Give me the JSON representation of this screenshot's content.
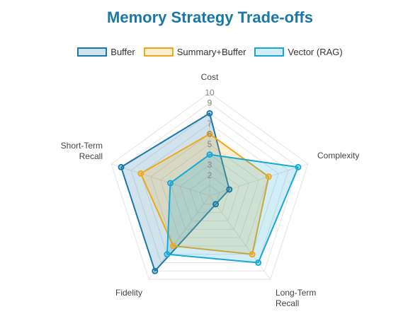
{
  "chart_data": {
    "type": "radar",
    "title": "Memory Strategy Trade-offs",
    "axes": [
      {
        "label": [
          "Cost"
        ]
      },
      {
        "label": [
          "Complexity"
        ]
      },
      {
        "label": [
          "Long-Term",
          "Recall"
        ]
      },
      {
        "label": [
          "Fidelity"
        ]
      },
      {
        "label": [
          "Short-Term",
          "Recall"
        ]
      }
    ],
    "range": [
      0,
      10
    ],
    "ticks": [
      "2",
      "3",
      "5",
      "6",
      "7",
      "9",
      "10"
    ],
    "grid": true,
    "legend_position": "top",
    "series": [
      {
        "name": "Buffer",
        "values": [
          8,
          2,
          1,
          9,
          9
        ],
        "color": "#1a78a8",
        "fill": "rgba(26,120,168,0.20)"
      },
      {
        "name": "Summary+Buffer",
        "values": [
          6,
          6,
          7,
          6,
          7
        ],
        "color": "#f0a818",
        "fill": "rgba(240,168,24,0.20)"
      },
      {
        "name": "Vector (RAG)",
        "values": [
          4,
          9,
          8,
          7,
          4
        ],
        "color": "#18a8d8",
        "fill": "rgba(24,168,216,0.20)"
      }
    ]
  }
}
